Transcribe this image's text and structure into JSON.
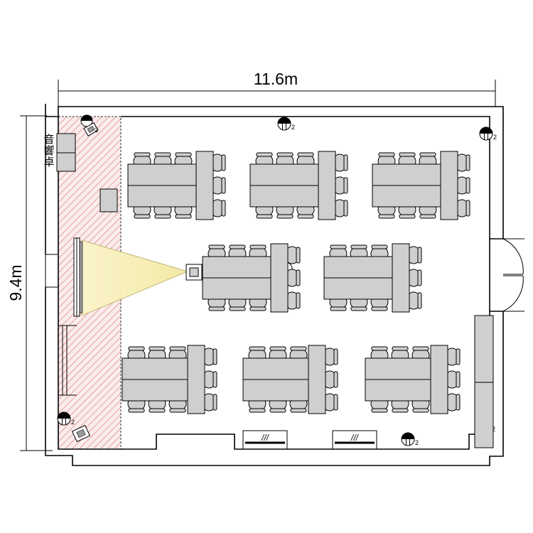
{
  "dimensions": {
    "width_label": "11.6m",
    "height_label": "9.4m"
  },
  "sound_desk_label": "音響卓",
  "light_number_label": "2",
  "door_mark_label": "///",
  "colors": {
    "stage_hatch": "#d98080",
    "furniture_fill": "#cfcfcf",
    "projection_beam": "#f6efb4",
    "line": "#000000"
  }
}
